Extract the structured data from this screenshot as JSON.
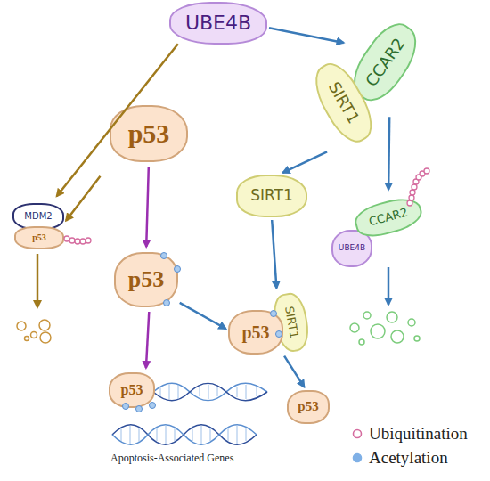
{
  "diagram": {
    "nodes": [
      {
        "text": [
          "UBE4B"
        ]
      },
      {
        "text": [
          "CCAR2"
        ]
      },
      {
        "text": [
          "SIRT1"
        ]
      },
      {
        "text": [
          "p53"
        ]
      },
      {
        "text": [
          "MDM2"
        ]
      },
      {
        "text": [
          "p53"
        ]
      },
      {
        "text": [
          "SIRT1"
        ]
      },
      {
        "text": [
          "UBE4B"
        ]
      },
      {
        "text": [
          "CCAR2"
        ]
      },
      {
        "text": [
          "p53"
        ]
      },
      {
        "text": [
          "p53"
        ]
      },
      {
        "text": [
          "SIRT1"
        ]
      },
      {
        "text": [
          "p53"
        ]
      },
      {
        "text": [
          "p53"
        ]
      }
    ],
    "edges": [
      {
        "from": 0,
        "to": 4,
        "arrow": "to"
      },
      {
        "from": 0,
        "to": 1,
        "arrow": "to"
      },
      {
        "from": 3,
        "to": 5,
        "arrow": "to"
      },
      {
        "from": 3,
        "to": 9,
        "arrow": "to"
      },
      {
        "from": 2,
        "to": 6,
        "arrow": "to"
      },
      {
        "from": 1,
        "to": 8,
        "arrow": "to"
      },
      {
        "from": 6,
        "to": 11,
        "arrow": "to"
      },
      {
        "from": 9,
        "to": 10,
        "arrow": "to"
      },
      {
        "from": 10,
        "to": 12,
        "arrow": "to"
      },
      {
        "from": 9,
        "to": 13,
        "arrow": "to"
      }
    ],
    "labels": [
      "Apoptosis-Associated Genes"
    ],
    "legend": [
      {
        "text": "Ubiquitination",
        "color": "#d56c9f"
      },
      {
        "text": "Acetylation",
        "color": "#7fb0e6"
      }
    ]
  }
}
